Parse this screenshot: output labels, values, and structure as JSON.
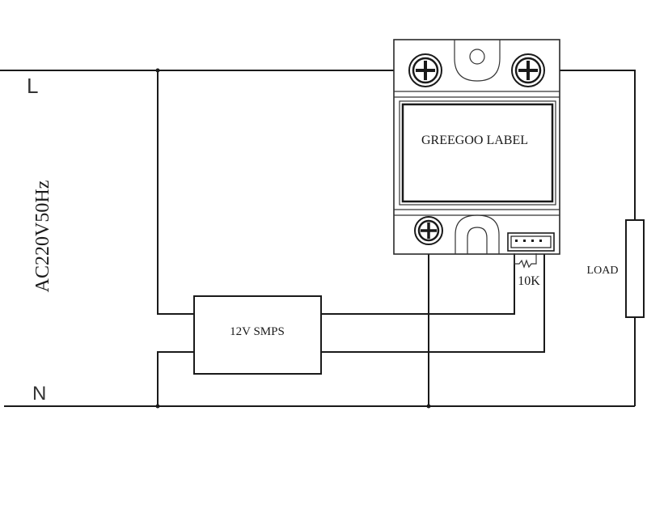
{
  "labels": {
    "line": "L",
    "neutral": "N",
    "supply": "AC220V50Hz",
    "relay_label": "GREEGOO LABEL",
    "smps": "12V SMPS",
    "resistor": "10K",
    "load": "LOAD"
  },
  "colors": {
    "wire": "#1a1a1a",
    "background": "#ffffff",
    "outline": "#2a2a2a"
  },
  "icons": {
    "terminal": "phillips-screw-icon",
    "mount_hole": "mounting-hole-icon"
  }
}
